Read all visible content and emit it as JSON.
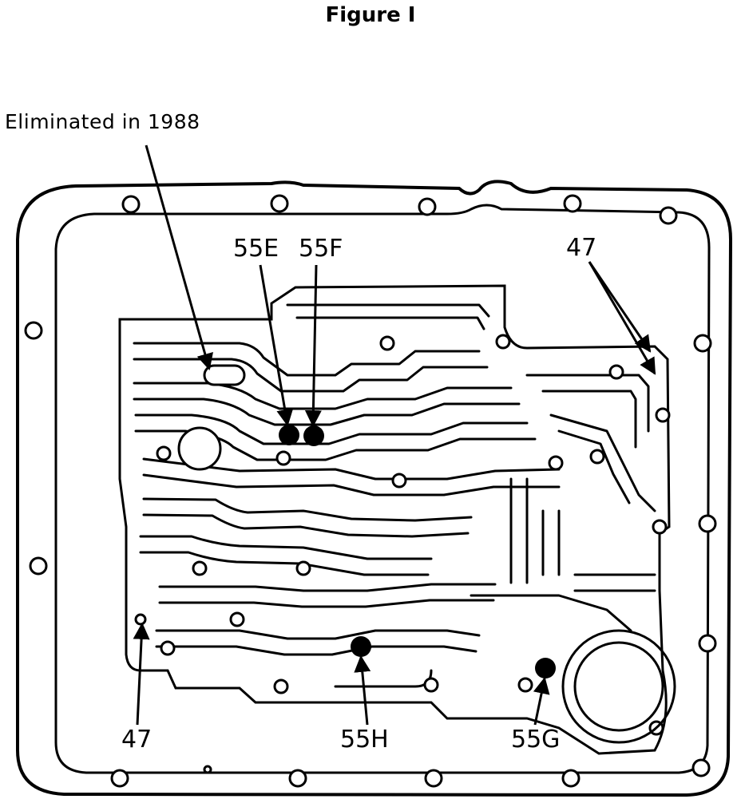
{
  "figure": {
    "title": "Figure I",
    "annotation": "Eliminated in 1988"
  },
  "callouts": {
    "c55e": "55E",
    "c55f": "55F",
    "c47_top": "47",
    "c47_bottom": "47",
    "c55h": "55H",
    "c55g": "55G"
  }
}
